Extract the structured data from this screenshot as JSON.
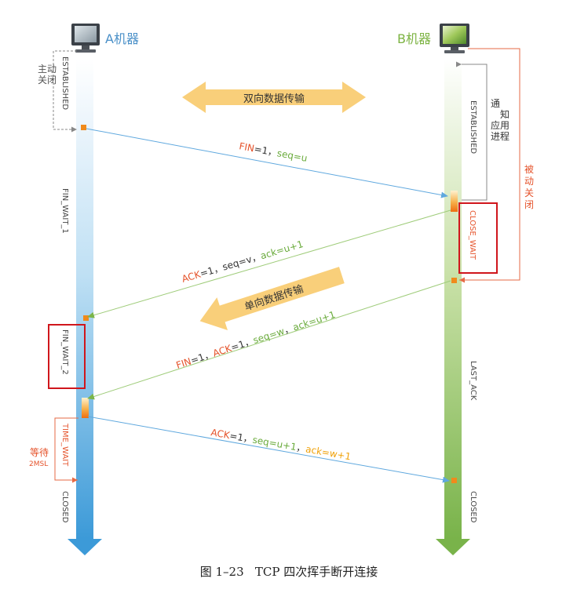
{
  "machines": {
    "a": {
      "label": "A机器",
      "color": "#4a90c8"
    },
    "b": {
      "label": "B机器",
      "color": "#7cb342"
    }
  },
  "states": {
    "a_established": "ESTABLISHED",
    "a_fin_wait_1": "FIN_WAIT_1",
    "a_fin_wait_2": "FIN_WAIT_2",
    "a_time_wait": "TIME_WAIT",
    "a_closed": "CLOSED",
    "b_established": "ESTABLISHED",
    "b_close_wait": "CLOSE_WAIT",
    "b_last_ack": "LAST_ACK",
    "b_closed": "CLOSED"
  },
  "notes": {
    "active_close": [
      "主",
      "动",
      "关",
      "闭"
    ],
    "passive_close": [
      "被",
      "动",
      "关",
      "闭"
    ],
    "notify_app": [
      "通",
      "知",
      "应",
      "用",
      "进",
      "程"
    ],
    "wait_label": "等待",
    "wait_time": "2MSL"
  },
  "transfers": {
    "bidirectional": "双向数据传输",
    "unidirectional": "单向数据传输"
  },
  "messages": {
    "m1": {
      "p1": "FIN",
      "p2": "=1，",
      "p3": "seq=u"
    },
    "m2": {
      "p1": "ACK",
      "p2": "=1，seq=v，",
      "p3": "ack=u+1"
    },
    "m3": {
      "p1": "FIN",
      "p2": "=1，",
      "p3": "ACK",
      "p4": "=1，",
      "p5": "seq=w",
      "p6": "，",
      "p7": "ack=u+1"
    },
    "m4": {
      "p1": "ACK",
      "p2": "=1，",
      "p3": "seq=u+1",
      "p4": "，",
      "p5": "ack=w+1"
    }
  },
  "caption": "图 1–23   TCP 四次挥手断开连接",
  "colors": {
    "flag_red": "#e5532b",
    "seq_green": "#6aab3c",
    "ack_orange": "#f0a20a",
    "text_dark": "#333333",
    "highlight_red": "#d0161c",
    "fat_arrow": "#f9cf7a"
  }
}
